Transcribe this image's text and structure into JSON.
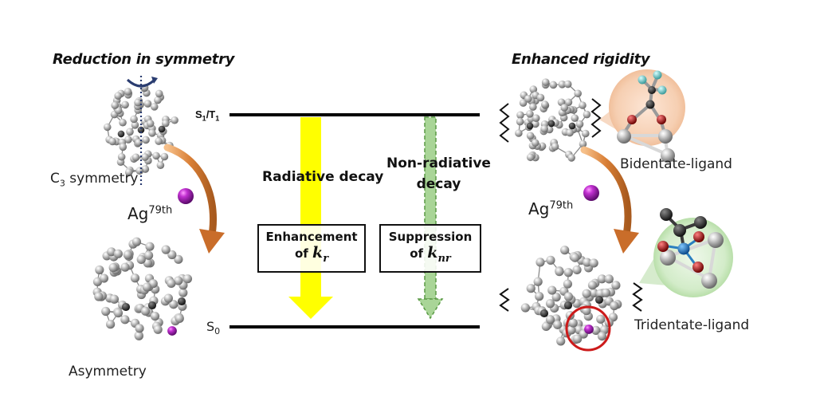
{
  "left_panel": {
    "heading": "Reduction in symmetry",
    "top_cluster_label": "C",
    "top_cluster_label_sub": "3",
    "top_cluster_label_rest": " symmetry",
    "dopant_label": "Ag",
    "dopant_sup": "79th",
    "bottom_cluster_label": "Asymmetry"
  },
  "energy_diagram": {
    "upper_state": "S",
    "upper_state_sub1": "1",
    "upper_state_mid": "/T",
    "upper_state_sub2": "1",
    "lower_state": "S",
    "lower_state_sub": "0",
    "radiative_label": "Radiative decay",
    "nonradiative_label_line1": "Non-radiative",
    "nonradiative_label_line2": "decay",
    "box_left_line1": "Enhancement",
    "box_left_line2_prefix": "of ",
    "box_left_k": "k",
    "box_left_k_sub": "r",
    "box_right_line1": "Suppression",
    "box_right_line2_prefix": "of ",
    "box_right_k": "k",
    "box_right_k_sub": "nr"
  },
  "right_panel": {
    "heading": "Enhanced rigidity",
    "top_ligand_label": "Bidentate-ligand",
    "dopant_label": "Ag",
    "dopant_sup": "79th",
    "bottom_ligand_label": "Tridentate-ligand"
  },
  "colors": {
    "radiative_arrow": "#ffff00",
    "nonradiative_arrow": "#9fcf8a",
    "nonradiative_border": "#5a9a45",
    "transition_arrow": "#d9843f",
    "dopant_atom": "#a020b0",
    "oxygen": "#b01515",
    "fluorine": "#6fc8c8",
    "center_atom": "#2a7fc0",
    "bidentate_halo": "#f3c9a8",
    "tridentate_halo": "#c8e6c0",
    "highlight_ring": "#cc1a1a"
  }
}
